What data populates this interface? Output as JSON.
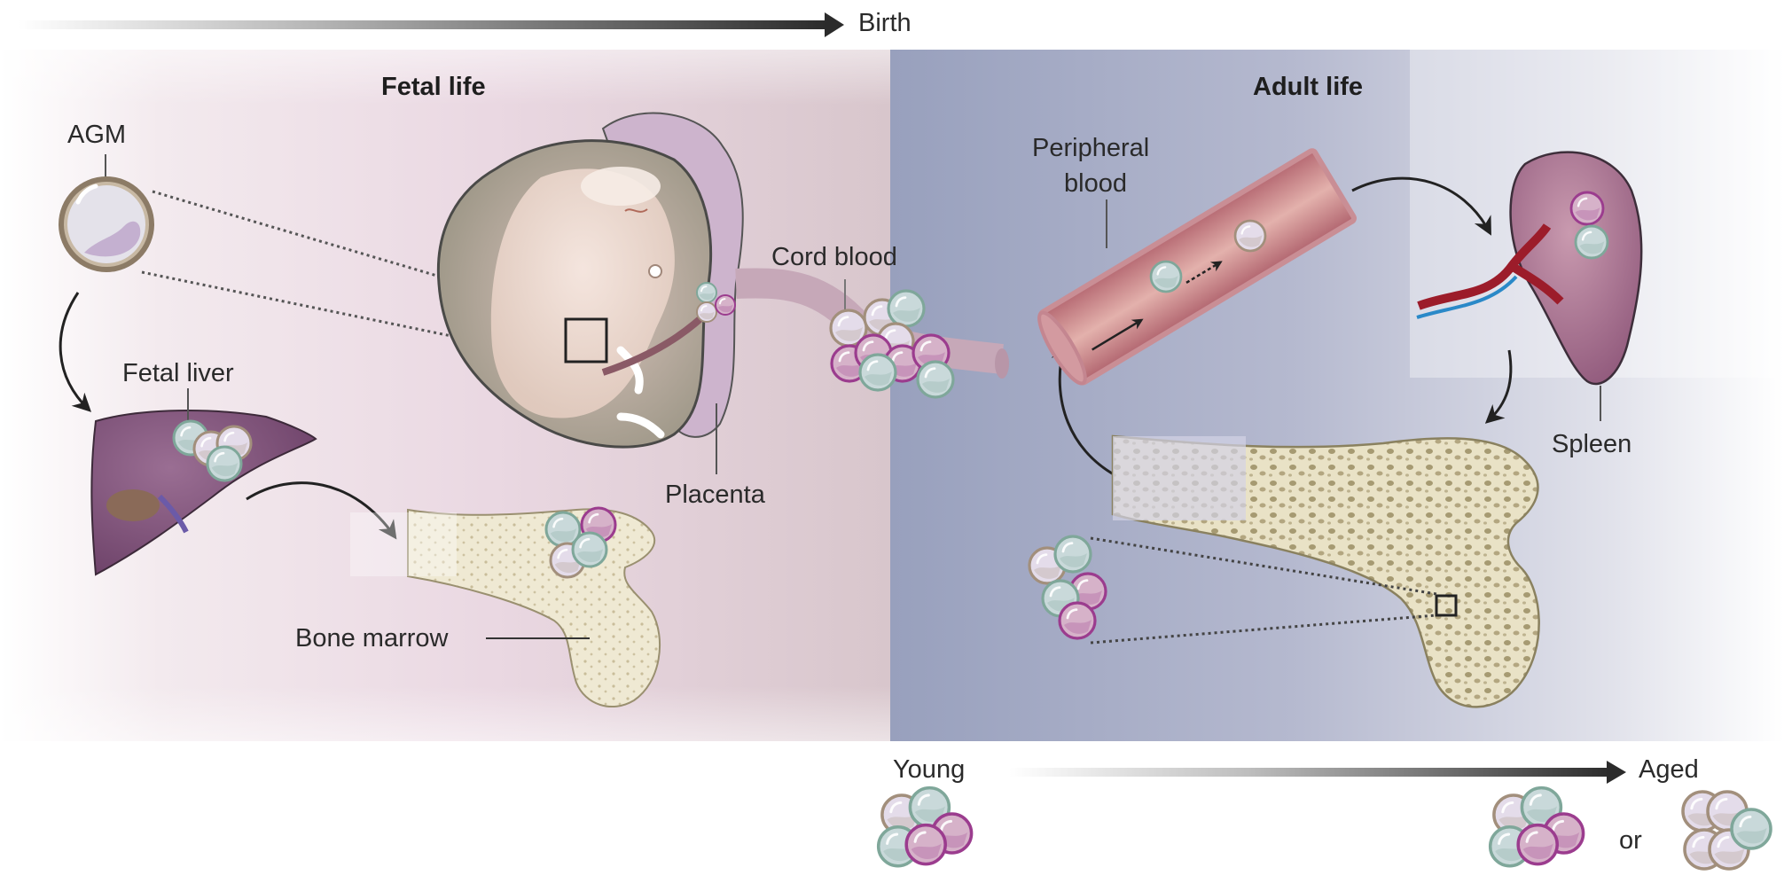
{
  "figure": {
    "timeline_top": {
      "end_label": "Birth"
    },
    "sections": {
      "fetal": {
        "title": "Fetal life",
        "color": "#d8c6cc"
      },
      "adult": {
        "title": "Adult life",
        "color": "#9aa0bc"
      }
    },
    "labels": {
      "agm": "AGM",
      "fetal_liver": "Fetal liver",
      "placenta": "Placenta",
      "cord_blood": "Cord blood",
      "bone_marrow": "Bone marrow",
      "peripheral_blood_line1": "Peripheral",
      "peripheral_blood_line2": "blood",
      "spleen": "Spleen"
    },
    "aging_timeline": {
      "start_label": "Young",
      "end_label": "Aged",
      "or_label": "or"
    },
    "cell_colors": {
      "teal": {
        "fill": "#c9d9da",
        "stroke": "#7fa79a"
      },
      "magenta": {
        "fill": "#d6b2c9",
        "stroke": "#9b3c8e"
      },
      "lavender": {
        "fill": "#e4dcea",
        "stroke": "#a28f7c"
      }
    },
    "clusters": {
      "young": [
        "lavender",
        "teal",
        "magenta",
        "teal",
        "magenta"
      ],
      "aged_option_1": [
        "lavender",
        "teal",
        "magenta",
        "teal",
        "magenta"
      ],
      "aged_option_2": [
        "lavender",
        "lavender",
        "lavender",
        "lavender",
        "teal"
      ]
    }
  }
}
